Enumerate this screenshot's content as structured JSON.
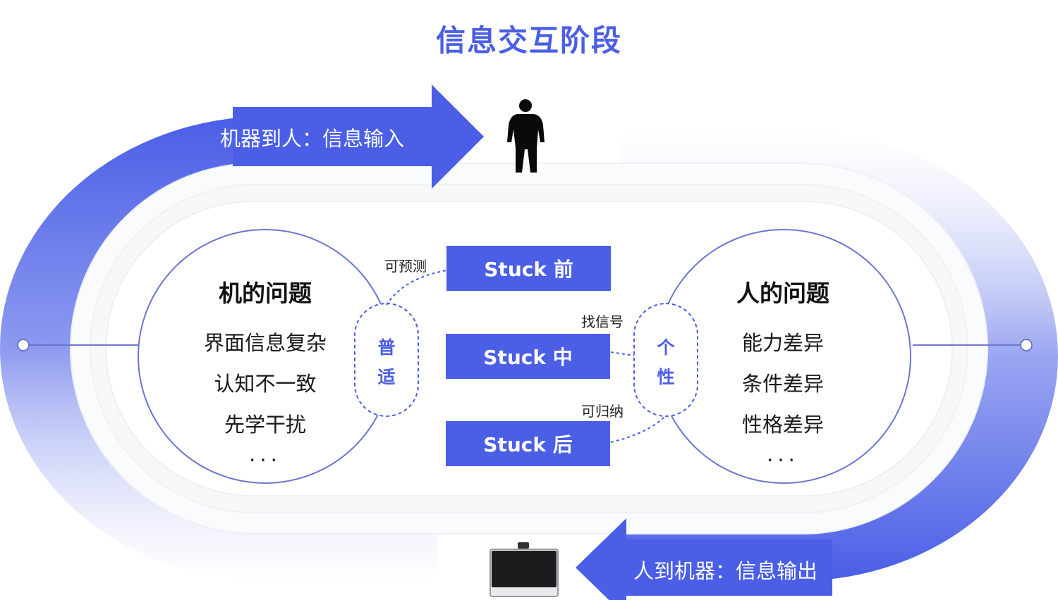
{
  "title": "信息交互阶段",
  "top_arrow": {
    "label": "机器到人：信息输入"
  },
  "bottom_arrow": {
    "label": "人到机器：信息输出"
  },
  "left_circle": {
    "title": "机的问题",
    "items": [
      "界面信息复杂",
      "认知不一致",
      "先学干扰",
      "..."
    ]
  },
  "right_circle": {
    "title": "人的问题",
    "items": [
      "能力差异",
      "条件差异",
      "性格差异",
      "..."
    ]
  },
  "stages": [
    "Stuck 前",
    "Stuck 中",
    "Stuck 后"
  ],
  "left_capsule": {
    "chars": [
      "普",
      "适"
    ]
  },
  "right_capsule": {
    "chars": [
      "个",
      "性"
    ]
  },
  "connector_labels": {
    "predictable": "可预测",
    "find_signal": "找信号",
    "summarizable": "可归纳"
  },
  "icons": {
    "person": "person-silhouette-icon",
    "device": "computer-monitor-icon"
  },
  "colors": {
    "accent": "#4a5ee6",
    "line": "#6a76cf",
    "text": "#111111"
  }
}
